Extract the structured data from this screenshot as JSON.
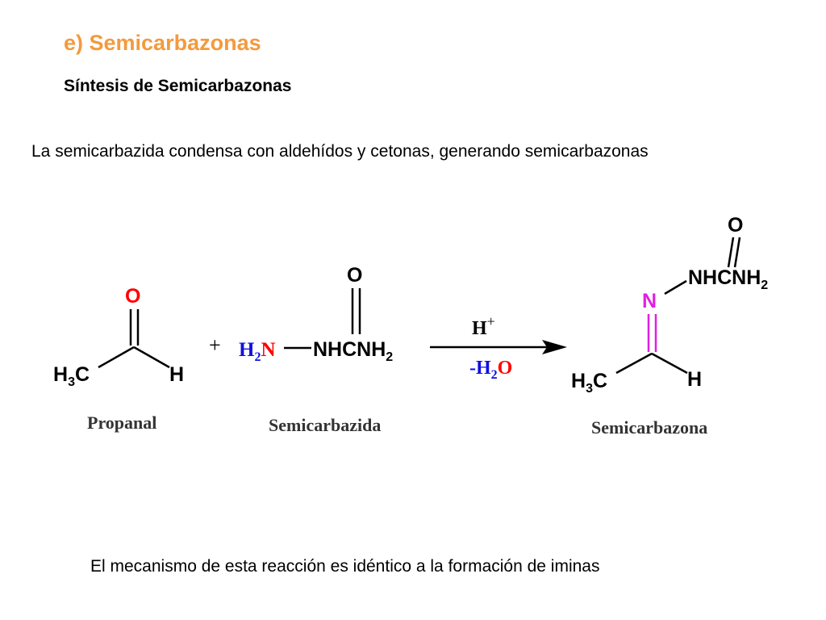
{
  "slide": {
    "title": "e) Semicarbazonas",
    "subtitle": "Síntesis de Semicarbazonas",
    "intro": "La semicarbazida condensa con aldehídos y cetonas, generando semicarbazonas",
    "footer": "El mecanismo de esta reacción es idéntico a la formación de iminas"
  },
  "colors": {
    "title": "#F39A3E",
    "oxygen_red": "#FF0000",
    "amine_blue": "#1010E0",
    "imine_magenta": "#E020E0",
    "condition_red": "#FF0000",
    "text": "#000000"
  },
  "reaction": {
    "plus": "+",
    "arrow": {
      "above": {
        "base": "H",
        "sup": "+"
      },
      "below": {
        "minus": "-",
        "base": "H",
        "sub": "2",
        "end": "O"
      }
    },
    "propanal": {
      "O": "O",
      "H3C": {
        "base": "H",
        "sub": "3",
        "end": "C"
      },
      "H": "H",
      "name": "Propanal"
    },
    "semicarbazida": {
      "O": "O",
      "H2N": {
        "base": "H",
        "sub": "2",
        "end": "N"
      },
      "NHCNH2": {
        "base": "NHCNH",
        "sub": "2"
      },
      "name": "Semicarbazida"
    },
    "semicarbazona": {
      "O": "O",
      "NHCNH2": {
        "base": "NHCNH",
        "sub": "2"
      },
      "N": "N",
      "H3C": {
        "base": "H",
        "sub": "3",
        "end": "C"
      },
      "H": "H",
      "name": "Semicarbazona"
    }
  }
}
